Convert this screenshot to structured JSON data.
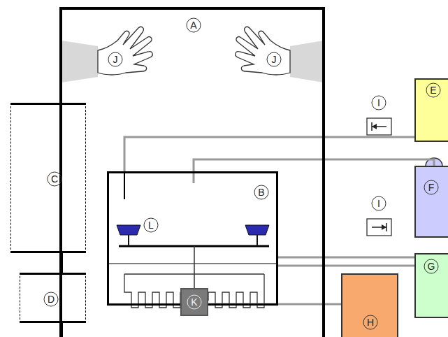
{
  "diagram": {
    "nodes": [
      {
        "text": [
          "A"
        ]
      },
      {
        "text": [
          "C"
        ]
      },
      {
        "text": [
          "D"
        ]
      },
      {
        "text": [
          "B"
        ],
        "in": 0
      },
      {
        "text": [
          "K"
        ],
        "in": 3
      },
      {
        "text": [
          "E"
        ]
      },
      {
        "text": [
          "F"
        ]
      },
      {
        "text": [
          "G"
        ]
      },
      {
        "text": [
          "H"
        ]
      }
    ],
    "edges": [
      {
        "from": 5,
        "to": 3,
        "arrow": "none"
      },
      {
        "from": 6,
        "to": 3,
        "arrow": "none"
      },
      {
        "from": 7,
        "to": 3,
        "arrow": "none"
      },
      {
        "from": 8,
        "to": 4,
        "arrow": "none"
      },
      {
        "from": 1,
        "to": 2,
        "arrow": "none"
      }
    ],
    "labels": [
      "J",
      "J",
      "I",
      "I",
      "L"
    ]
  }
}
